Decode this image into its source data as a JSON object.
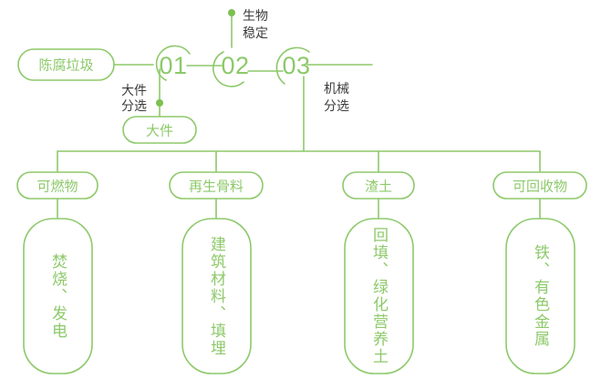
{
  "theme": {
    "accent_green": "#8dc96a",
    "dot_green": "#7cc04f",
    "text_dark": "#3b3b3b",
    "background": "#ffffff"
  },
  "diagram": {
    "type": "process-flow",
    "source_node": {
      "label": "陈腐垃圾"
    },
    "stages": [
      {
        "number": "01",
        "process_label_line1": "大件",
        "process_label_line2": "分选",
        "process_label": "大件分选",
        "output_pill": "大件"
      },
      {
        "number": "02",
        "process_label_line1": "生物",
        "process_label_line2": "稳定",
        "process_label": "生物稳定",
        "output_pill": ""
      },
      {
        "number": "03",
        "process_label_line1": "机械",
        "process_label_line2": "分选",
        "process_label": "机械分选",
        "output_pill": ""
      }
    ],
    "outputs": [
      {
        "pill": "可燃物",
        "detail": "焚烧、发电"
      },
      {
        "pill": "再生骨料",
        "detail": "建筑材料、填埋"
      },
      {
        "pill": "渣土",
        "detail": "回填、绿化营养土"
      },
      {
        "pill": "可回收物",
        "detail": "铁、有色金属"
      }
    ]
  }
}
